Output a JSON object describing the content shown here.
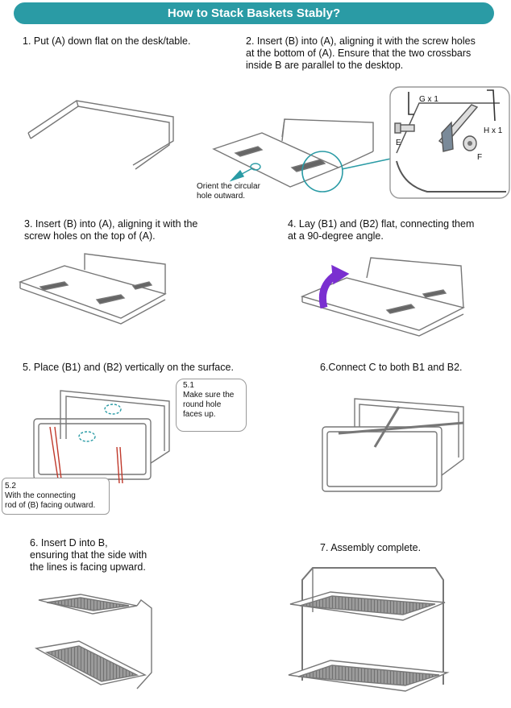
{
  "title": "How to Stack Baskets Stably?",
  "steps": {
    "s1": "1. Put (A) down flat on the desk/table.",
    "s2": "2. Insert (B) into (A), aligning it with the screw holes\nat the bottom of (A). Ensure that the two crossbars\ninside B are parallel to the desktop.",
    "s3": "3. Insert (B) into (A), aligning it with the\n screw holes on the top of (A).",
    "s4": "4. Lay (B1) and (B2) flat, connecting them\n at a 90-degree angle.",
    "s5": "5. Place (B1) and (B2) vertically on the surface.",
    "s6a": "6.Connect C to both B1 and B2.",
    "s6b": "6. Insert D into B,\nensuring that the side with\nthe lines is facing upward.",
    "s7": "7. Assembly complete."
  },
  "notes": {
    "orient": "Orient the circular\n hole outward.",
    "n51": "5.1\nMake sure the\nround hole\nfaces up.",
    "n52": "5.2\nWith the connecting\nrod of (B) facing outward."
  },
  "parts": {
    "g": "G x 1",
    "h": "H x 1",
    "e": "E",
    "f": "F"
  },
  "colors": {
    "banner": "#2a9ba5",
    "arrow": "#7a2fd0",
    "accent": "#2a9ba5"
  }
}
